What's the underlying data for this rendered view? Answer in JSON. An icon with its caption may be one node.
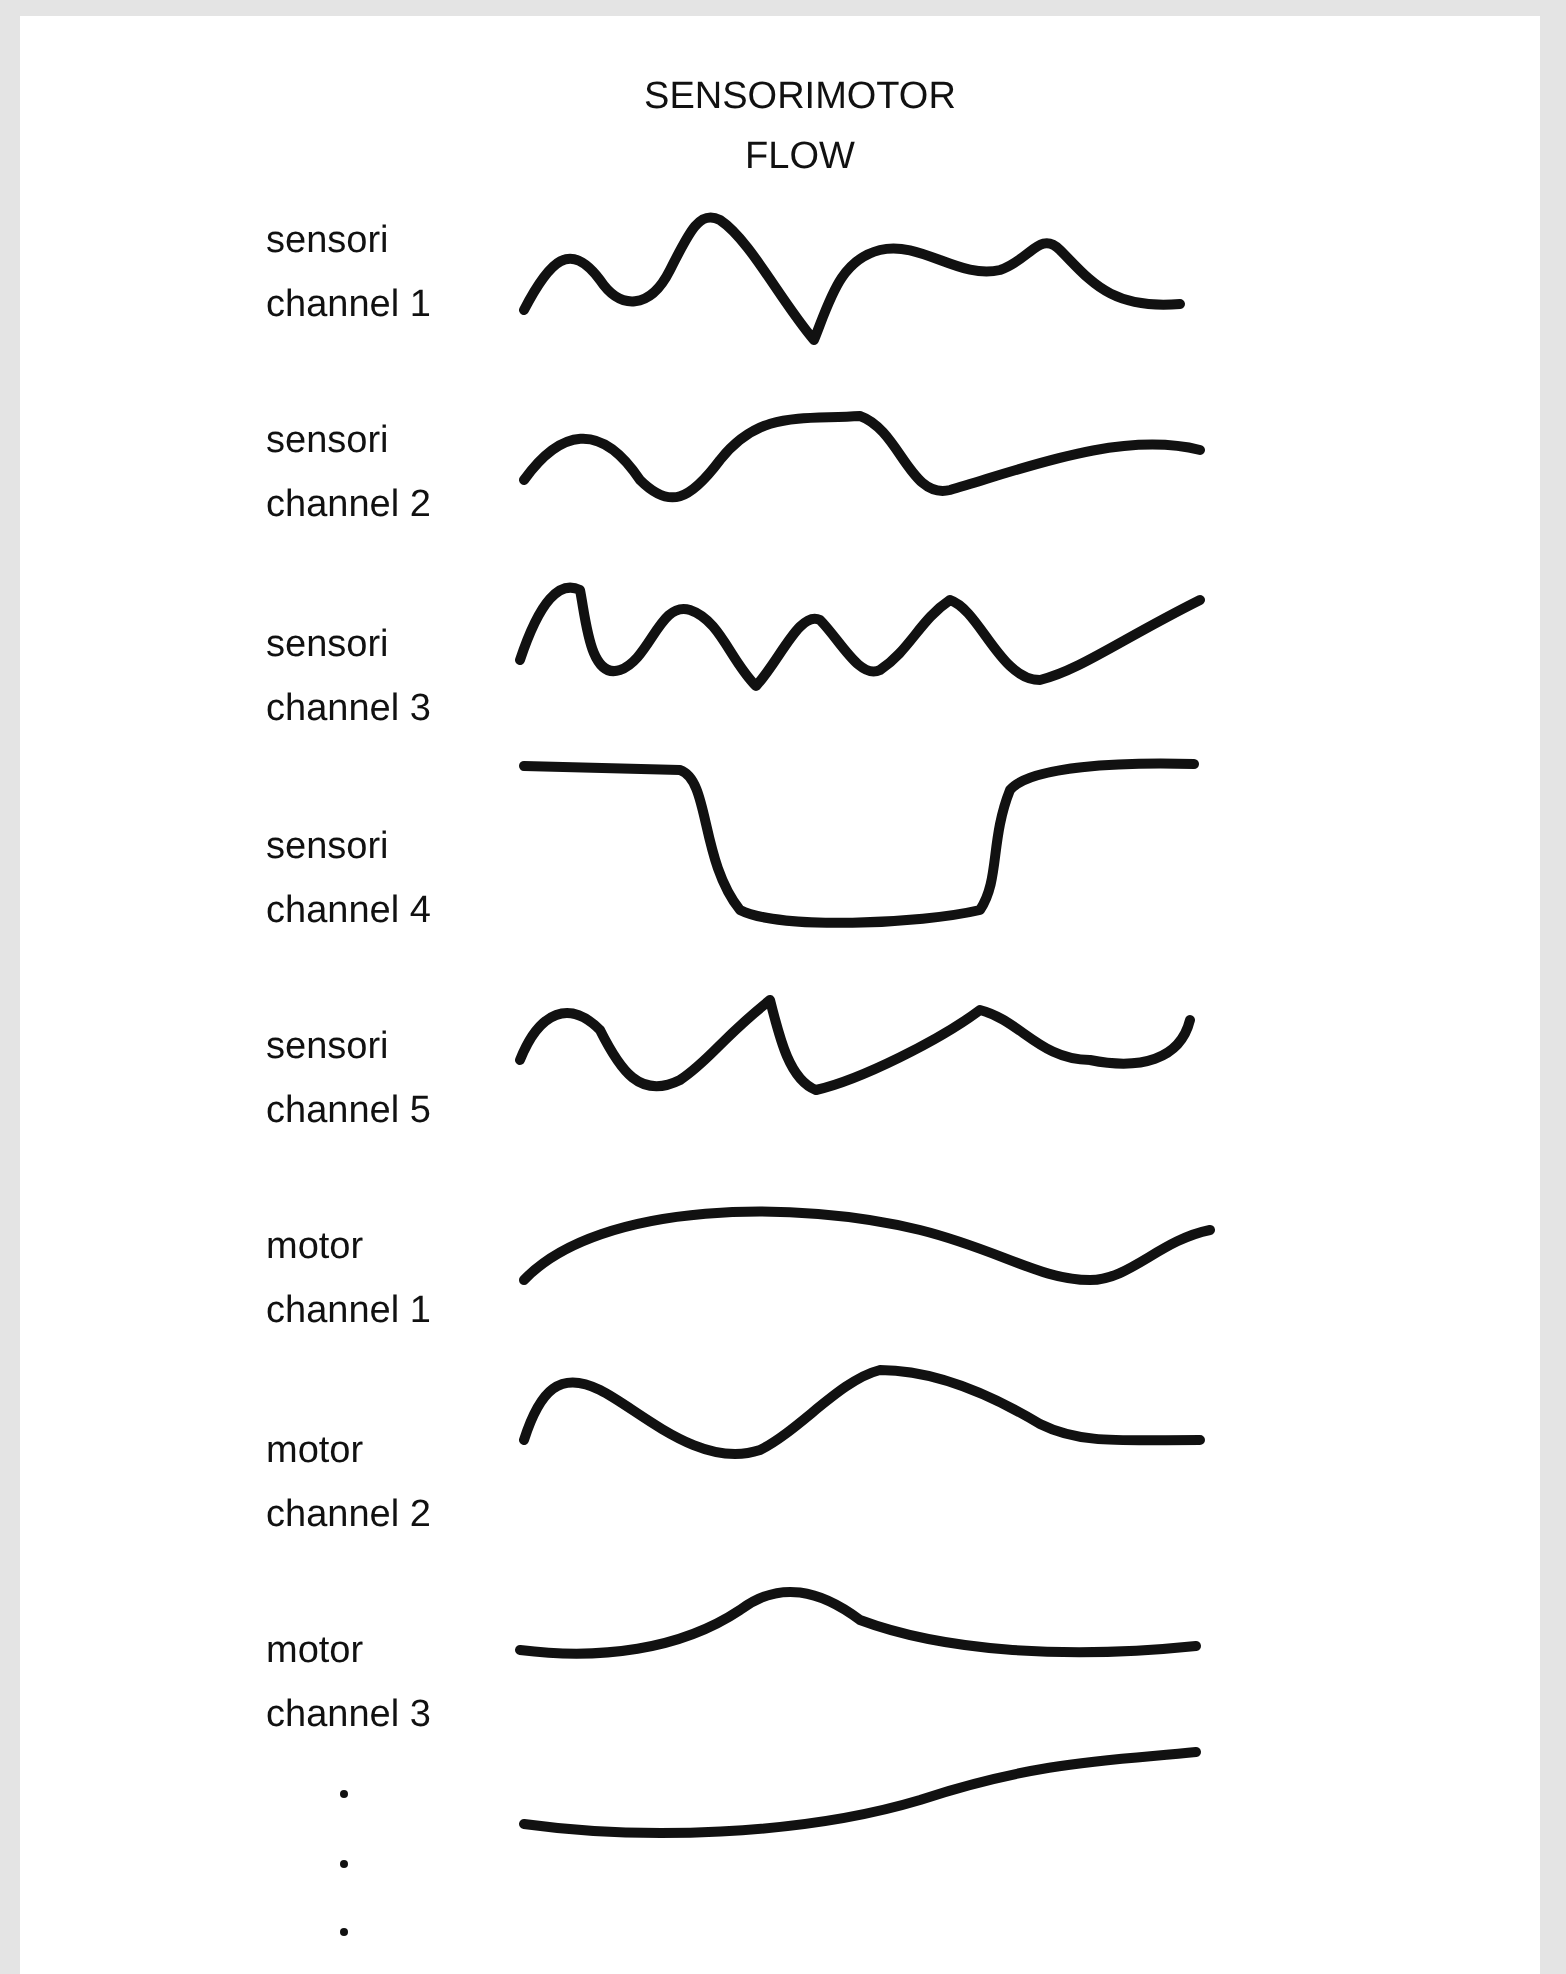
{
  "diagram": {
    "title": "SENSORIMOTOR FLOW",
    "labels": [
      "sensori channel 1",
      "sensori channel 2",
      "sensori channel 3",
      "sensori channel 4",
      "sensori channel 5",
      "motor channel 1",
      "motor channel 2",
      "motor channel 3"
    ]
  }
}
